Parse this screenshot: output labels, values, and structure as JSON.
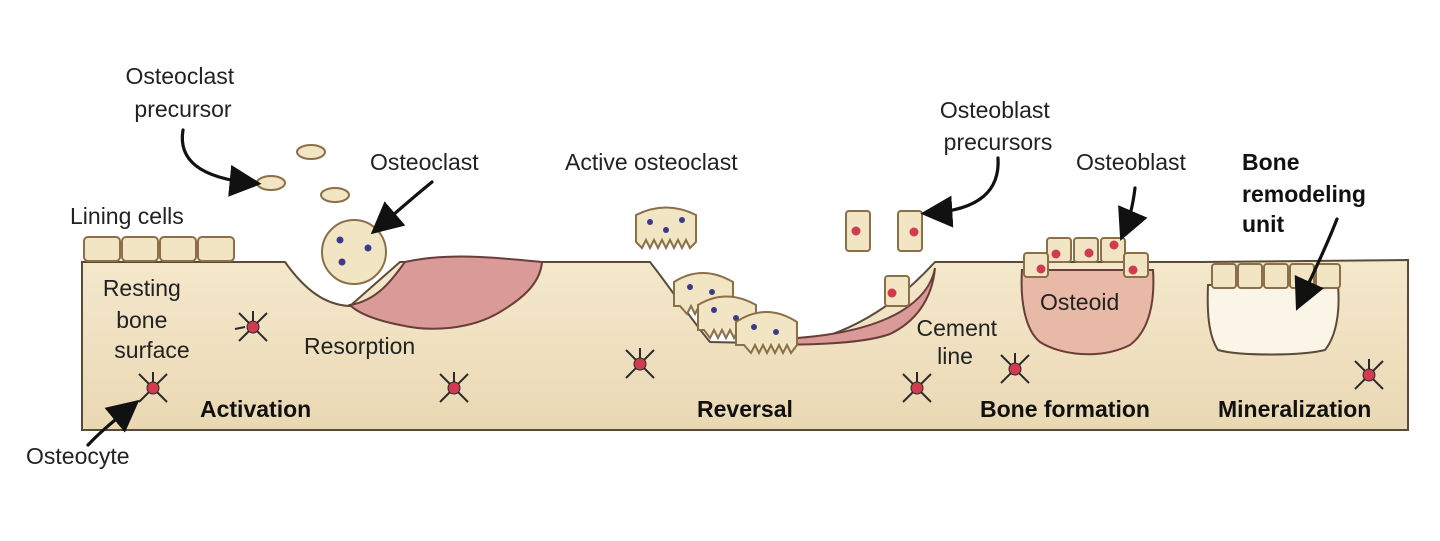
{
  "labels": {
    "osteoclast_precursor": [
      "Osteoclast",
      "precursor"
    ],
    "osteoclast": "Osteoclast",
    "active_osteoclast": "Active osteoclast",
    "osteoblast_precursors": [
      "Osteoblast",
      "precursors"
    ],
    "osteoblast": "Osteoblast",
    "bone_remodeling_unit": [
      "Bone",
      "remodeling",
      "unit"
    ],
    "lining_cells": "Lining cells",
    "resting_bone_surface": [
      "Resting",
      "bone",
      "surface"
    ],
    "resorption": "Resorption",
    "cement_line": [
      "Cement",
      "line"
    ],
    "osteoid": "Osteoid",
    "osteocyte": "Osteocyte"
  },
  "stages": {
    "activation": "Activation",
    "reversal": "Reversal",
    "bone_formation": "Bone formation",
    "mineralization": "Mineralization"
  },
  "colors": {
    "bone": "#f0e1c2",
    "bone_outline": "#5a4a38",
    "cell_fill": "#f2e5c4",
    "resorption_fill": "#d99a98",
    "osteoid_fill": "#e7b9a6",
    "nucleus_blue": "#3a3a8a",
    "nucleus_red": "#d23a4f"
  }
}
